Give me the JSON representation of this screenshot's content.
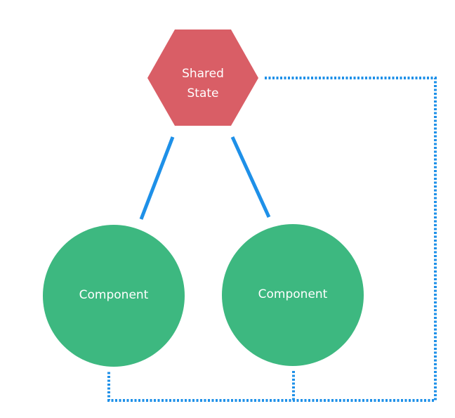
{
  "diagram": {
    "nodes": {
      "shared_state": {
        "label_line1": "Shared",
        "label_line2": "State",
        "shape": "hexagon",
        "color": "#d95e66"
      },
      "component_left": {
        "label": "Component",
        "shape": "circle",
        "color": "#3db880"
      },
      "component_right": {
        "label": "Component",
        "shape": "circle",
        "color": "#3db880"
      }
    },
    "edges": [
      {
        "from": "shared_state",
        "to": "component_left",
        "style": "solid",
        "color": "#1e90e8"
      },
      {
        "from": "shared_state",
        "to": "component_right",
        "style": "solid",
        "color": "#1e90e8"
      },
      {
        "from": "component_left",
        "to": "shared_state",
        "style": "dotted",
        "color": "#1e90e8"
      },
      {
        "from": "component_right",
        "to": "shared_state",
        "style": "dotted",
        "color": "#1e90e8"
      }
    ]
  }
}
